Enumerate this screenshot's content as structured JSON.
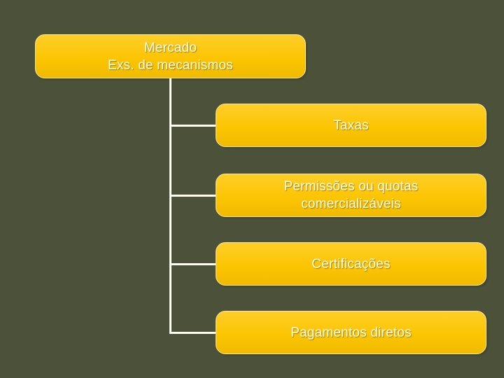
{
  "diagram": {
    "type": "hierarchy",
    "root": {
      "label": "Mercado\nExs. de mecanismos"
    },
    "children": [
      {
        "label": "Taxas"
      },
      {
        "label": "Permissões ou quotas\ncomercializáveis"
      },
      {
        "label": "Certificações"
      },
      {
        "label": "Pagamentos diretos"
      }
    ]
  },
  "colors": {
    "background": "#4B5239",
    "node-fill": "#FCC503",
    "node-fill-top": "#FDCE28",
    "node-fill-bottom": "#F0BA00",
    "node-border": "#FFE69A",
    "node-text": "#FFFDEE",
    "connector": "#FDFDF2"
  }
}
